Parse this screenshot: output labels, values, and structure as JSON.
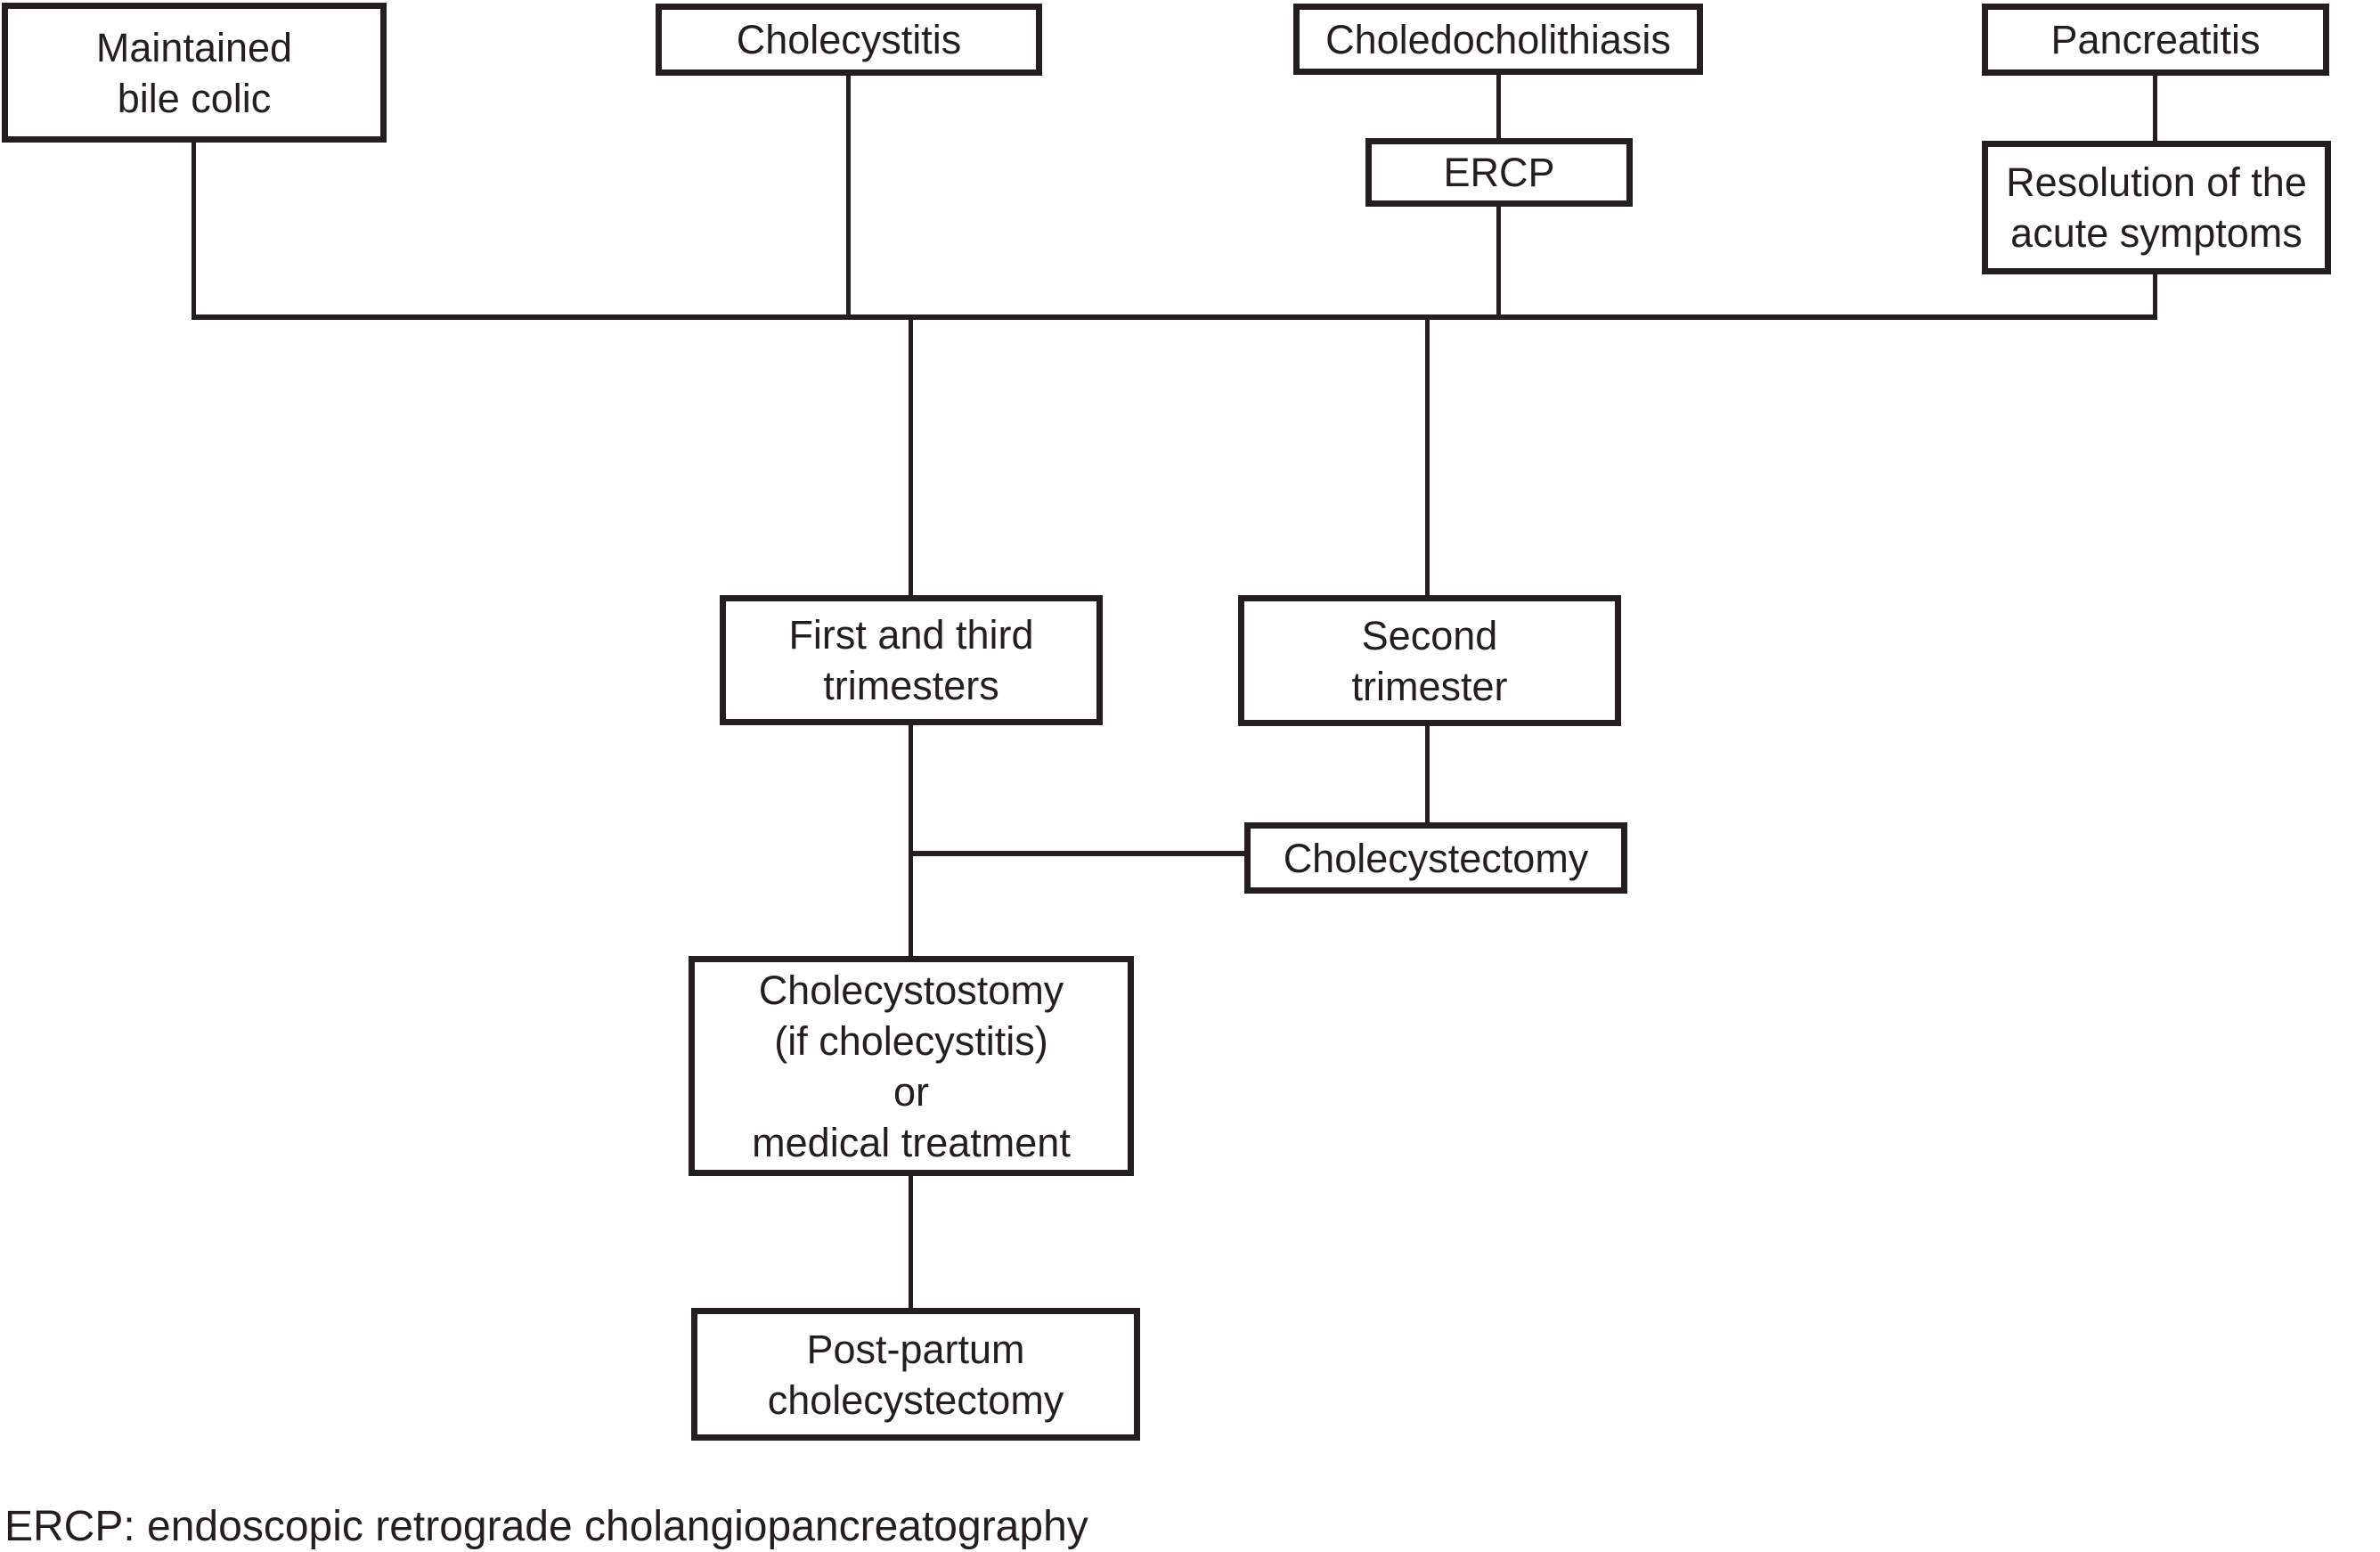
{
  "figure": {
    "background_color": "#ffffff",
    "line_color": "#231f20",
    "type": "flowchart"
  },
  "boxes": {
    "maintained_bile_colic": "Maintained\nbile colic",
    "cholecystitis": "Cholecystitis",
    "choledocholithiasis": "Choledocholithiasis",
    "pancreatitis": "Pancreatitis",
    "ercp": "ERCP",
    "resolution_acute_symptoms": "Resolution of the\nacute symptoms",
    "first_third_trimesters": "First and third\ntrimesters",
    "second_trimester": "Second\ntrimester",
    "cholecystectomy": "Cholecystectomy",
    "cholecystostomy_or_medical": "Cholecystostomy\n(if cholecystitis)\nor\nmedical treatment",
    "postpartum_cholecystectomy": "Post-partum\ncholecystectomy"
  },
  "footnote": "ERCP: endoscopic retrograde cholangiopancreatography"
}
